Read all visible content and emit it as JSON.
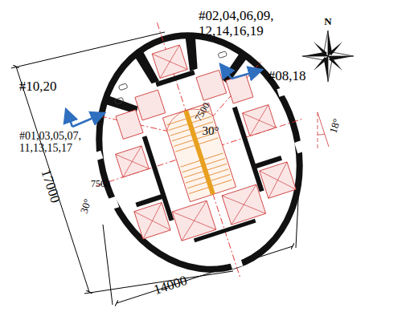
{
  "diagram": {
    "labels": [
      "#02,04,06,09, 12,14,16,19",
      "#08,18",
      "#10,20",
      "#01,03,05,07, 11,13,15,17",
      "7500",
      "7500",
      "30°",
      "30°",
      "18°",
      "17000",
      "14000",
      "N"
    ]
  }
}
